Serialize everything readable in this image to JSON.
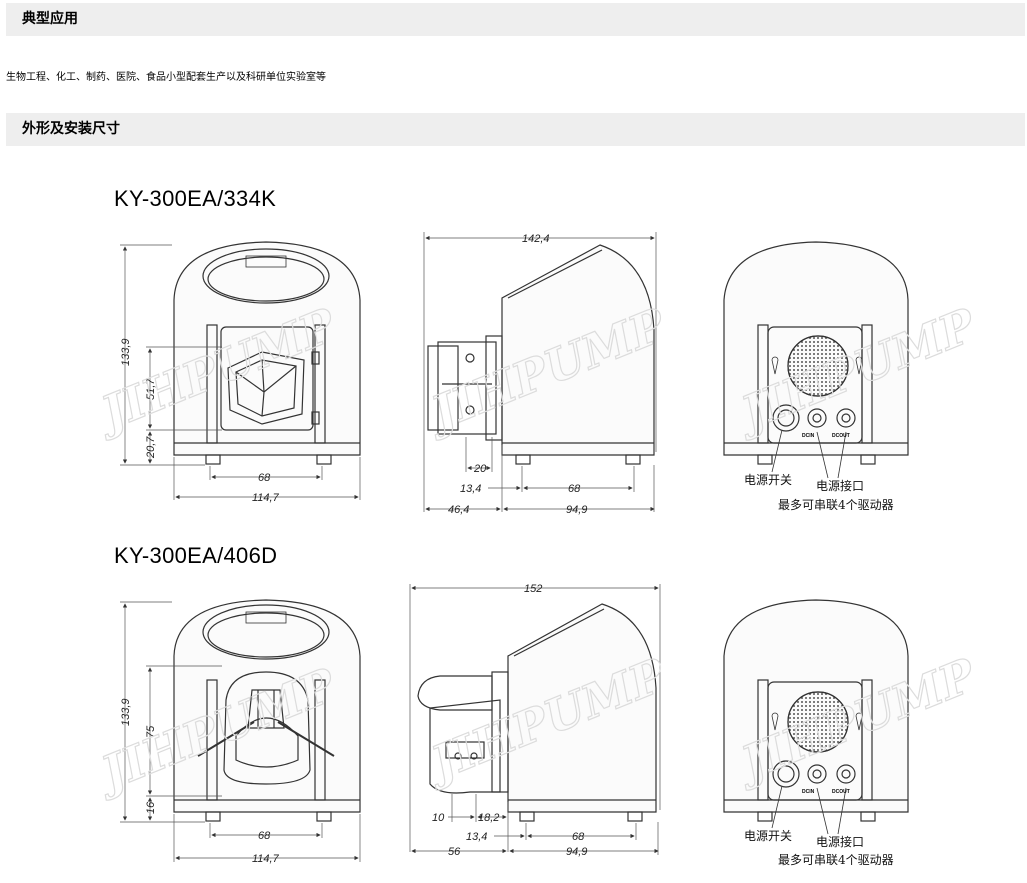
{
  "sections": {
    "application": {
      "title": "典型应用",
      "text": "生物工程、化工、制药、医院、食品小型配套生产以及科研单位实验室等"
    },
    "dimensions": {
      "title": "外形及安装尺寸"
    }
  },
  "models": [
    {
      "name": "KY-300EA/334K",
      "front": {
        "height": "133,9",
        "head_height": "51,7",
        "base_height": "20,7",
        "foot_span": "68",
        "width": "114,7"
      },
      "side": {
        "depth": "142,4",
        "offset1": "20",
        "offset2": "13,4",
        "foot_span": "68",
        "head_depth": "46,4",
        "body_depth": "94,9"
      },
      "back": {
        "power_switch": "电源开关",
        "power_port": "电源接口",
        "chain_note": "最多可串联4个驱动器",
        "port_in": "DCIN",
        "port_out": "DCOUT"
      }
    },
    {
      "name": "KY-300EA/406D",
      "front": {
        "height": "133,9",
        "head_height": "75",
        "base_height": "16",
        "foot_span": "68",
        "width": "114,7"
      },
      "side": {
        "depth": "152",
        "offset1": "10",
        "offset2": "18,2",
        "offset3": "13,4",
        "foot_span": "68",
        "head_depth": "56",
        "body_depth": "94,9"
      },
      "back": {
        "power_switch": "电源开关",
        "power_port": "电源接口",
        "chain_note": "最多可串联4个驱动器",
        "port_in": "DCIN",
        "port_out": "DCOUT"
      }
    }
  ],
  "watermark": "JIHPUMP"
}
